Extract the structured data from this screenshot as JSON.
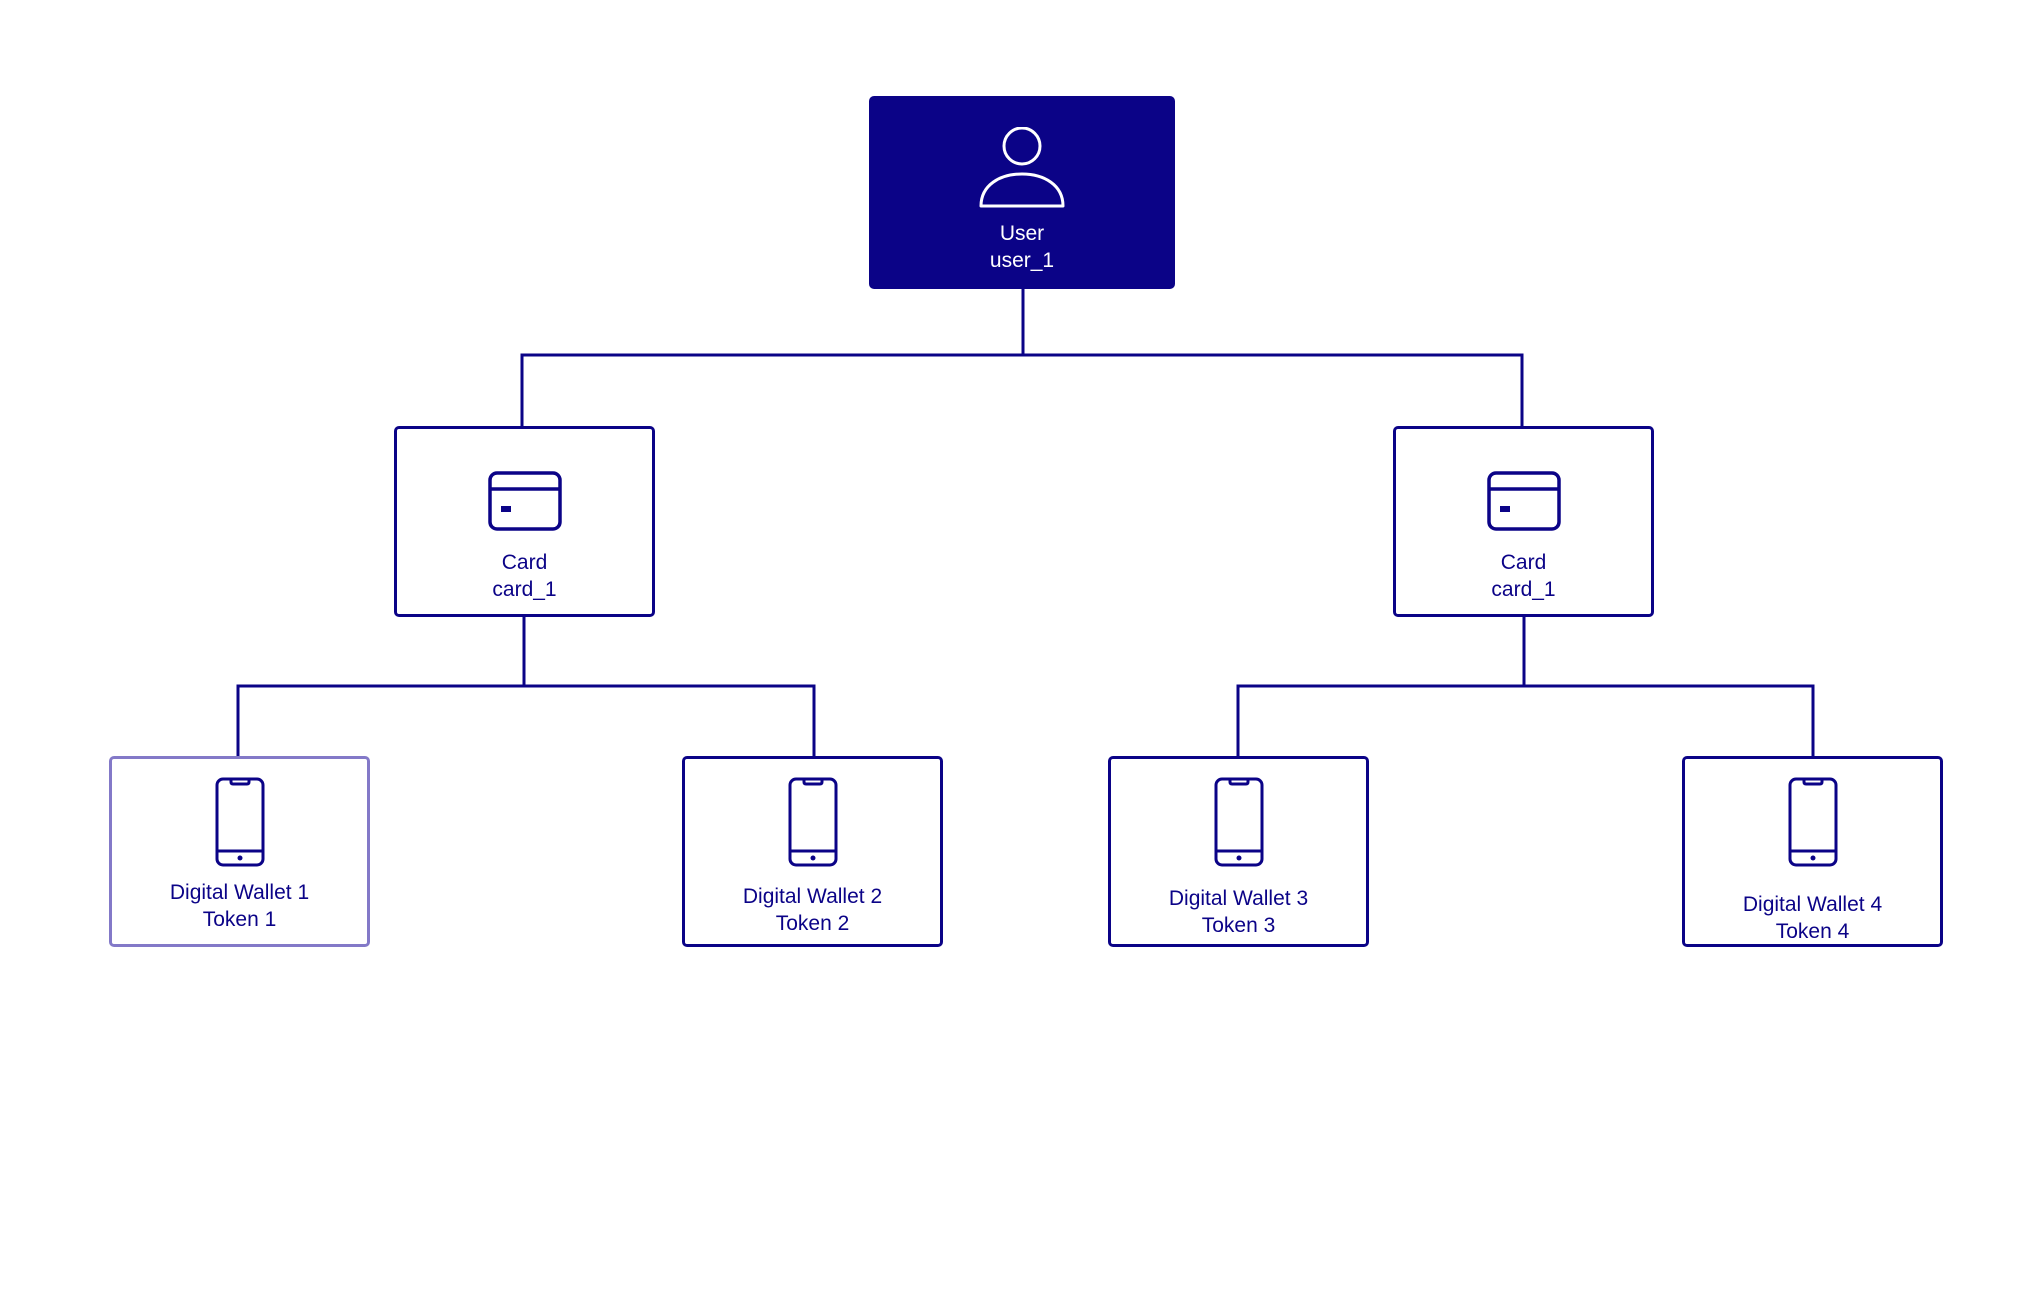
{
  "colors": {
    "primary": "#0b0387",
    "highlight_border": "#8379c8",
    "background": "#ffffff"
  },
  "user": {
    "icon": "user-icon",
    "type": "User",
    "id": "user_1"
  },
  "cards": [
    {
      "icon": "credit-card-icon",
      "type": "Card",
      "id": "card_1"
    },
    {
      "icon": "credit-card-icon",
      "type": "Card",
      "id": "card_1"
    }
  ],
  "wallets": [
    {
      "icon": "smartphone-icon",
      "name": "Digital Wallet 1",
      "token": "Token 1"
    },
    {
      "icon": "smartphone-icon",
      "name": "Digital Wallet 2",
      "token": "Token 2"
    },
    {
      "icon": "smartphone-icon",
      "name": "Digital Wallet 3",
      "token": "Token 3"
    },
    {
      "icon": "smartphone-icon",
      "name": "Digital Wallet 4",
      "token": "Token 4"
    }
  ]
}
